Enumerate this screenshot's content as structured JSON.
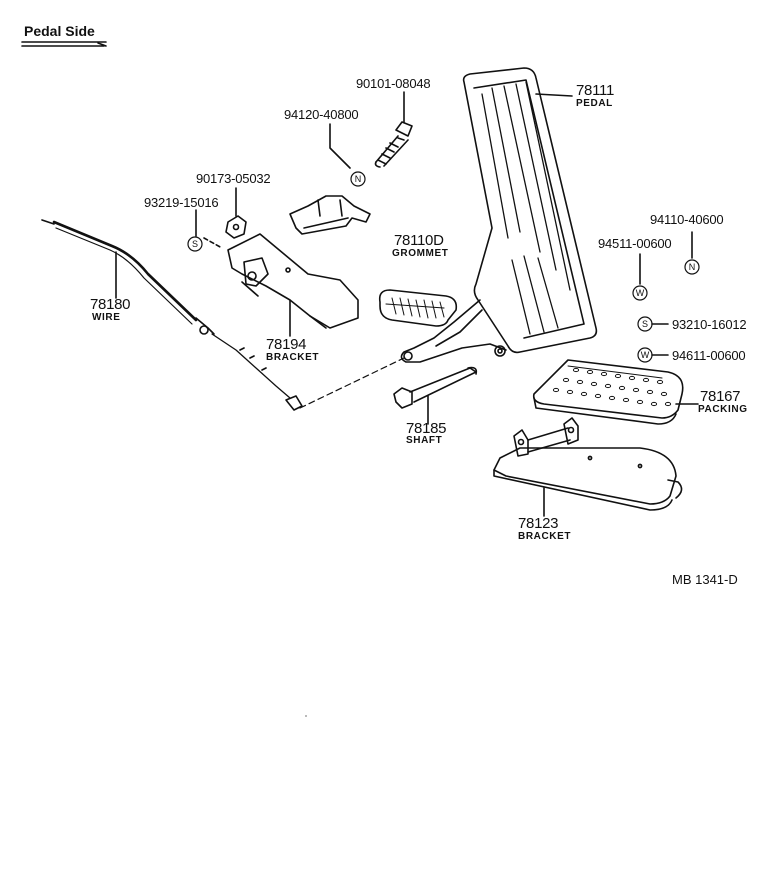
{
  "title": "Pedal Side",
  "reference": "MB  1341-D",
  "parts": [
    {
      "number": "90101-08048"
    },
    {
      "number": "94120-40800"
    },
    {
      "number": "78111",
      "name": "PEDAL"
    },
    {
      "number": "90173-05032"
    },
    {
      "number": "93219-15016"
    },
    {
      "number": "78110D",
      "name": "GROMMET"
    },
    {
      "number": "94110-40600"
    },
    {
      "number": "94511-00600"
    },
    {
      "number": "93210-16012"
    },
    {
      "number": "94611-00600"
    },
    {
      "number": "78180",
      "name": "WIRE"
    },
    {
      "number": "78194",
      "name": "BRACKET"
    },
    {
      "number": "78167",
      "name": "PACKING"
    },
    {
      "number": "78185",
      "name": "SHAFT"
    },
    {
      "number": "78123",
      "name": "BRACKET"
    }
  ],
  "symbols": {
    "nut": "N",
    "spring_washer": "S",
    "washer": "W"
  }
}
